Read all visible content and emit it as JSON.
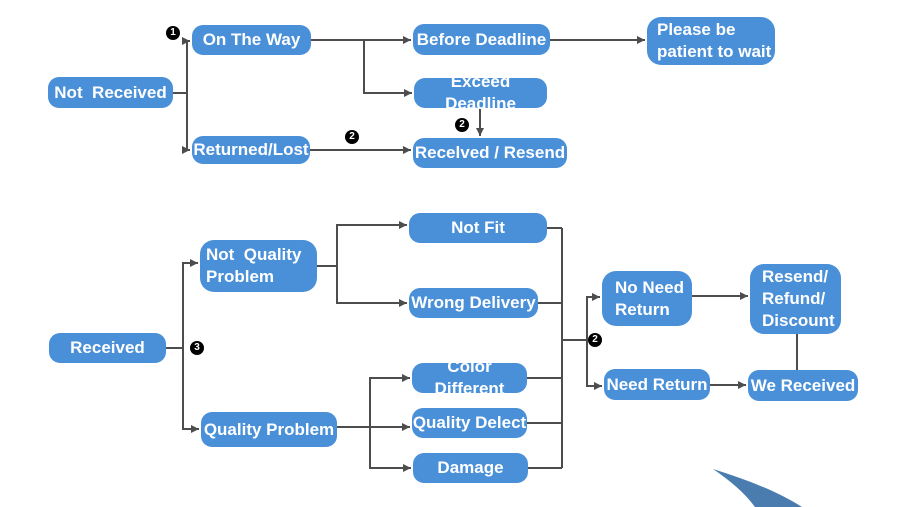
{
  "page": {
    "background": "#ffffff"
  },
  "colors": {
    "node_fill": "#4a90d8",
    "node_text": "#ffffff",
    "connector": "#4d4d4d",
    "marker_fill": "#000000",
    "swoosh": "#4b7cb0"
  },
  "nodes": {
    "not_received": "Not  Received",
    "on_the_way": "On The Way",
    "before_deadline": "Before Deadline",
    "please_wait": "Please be\npatient to wait",
    "exceed_deadline": "Exceed Deadline",
    "recelved_resend": "Recelved / Resend",
    "returned_lost": "Returned/Lost",
    "received": "Received",
    "not_quality_problem": "Not  Quality\nProblem",
    "quality_problem": "Quality Problem",
    "not_fit": "Not Fit",
    "wrong_delivery": "Wrong Delivery",
    "color_different": "Color Different",
    "quality_delect": "Quality Delect",
    "damage": "Damage",
    "no_need_return": "No Need\nReturn",
    "need_return": "Need Return",
    "resend_refund_discount": "Resend/\nRefund/\nDiscount",
    "we_received": "We Received"
  },
  "markers": [
    {
      "id": "branch-not-received",
      "label": "1"
    },
    {
      "id": "exceed-to-resend",
      "label": "2"
    },
    {
      "id": "returned-to-resend",
      "label": "2"
    },
    {
      "id": "branch-received",
      "label": "3"
    },
    {
      "id": "return-decision",
      "label": "2"
    }
  ],
  "edges": [
    {
      "from": "not_received",
      "to": "on_the_way",
      "marker": "1"
    },
    {
      "from": "not_received",
      "to": "returned_lost"
    },
    {
      "from": "on_the_way",
      "to": "before_deadline"
    },
    {
      "from": "on_the_way",
      "to": "exceed_deadline"
    },
    {
      "from": "before_deadline",
      "to": "please_wait"
    },
    {
      "from": "exceed_deadline",
      "to": "recelved_resend",
      "marker": "2"
    },
    {
      "from": "returned_lost",
      "to": "recelved_resend",
      "marker": "2"
    },
    {
      "from": "received",
      "to": "not_quality_problem",
      "marker": "3"
    },
    {
      "from": "received",
      "to": "quality_problem"
    },
    {
      "from": "not_quality_problem",
      "to": "not_fit"
    },
    {
      "from": "not_quality_problem",
      "to": "wrong_delivery"
    },
    {
      "from": "quality_problem",
      "to": "color_different"
    },
    {
      "from": "quality_problem",
      "to": "quality_delect"
    },
    {
      "from": "quality_problem",
      "to": "damage"
    },
    {
      "from": "not_fit",
      "to": "no_need_return",
      "marker": "2"
    },
    {
      "from": "wrong_delivery",
      "to": "no_need_return",
      "marker": "2"
    },
    {
      "from": "color_different",
      "to": "need_return",
      "marker": "2"
    },
    {
      "from": "quality_delect",
      "to": "need_return",
      "marker": "2"
    },
    {
      "from": "damage",
      "to": "need_return",
      "marker": "2"
    },
    {
      "from": "no_need_return",
      "to": "resend_refund_discount"
    },
    {
      "from": "need_return",
      "to": "we_received"
    },
    {
      "from": "resend_refund_discount",
      "to": "we_received"
    }
  ]
}
